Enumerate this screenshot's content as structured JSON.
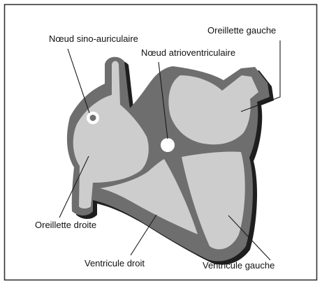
{
  "colors": {
    "background": "#ffffff",
    "border": "#333333",
    "shadow": "#1e1e1e",
    "wall": "#6e6e6e",
    "chamber": "#cdcdcd",
    "node": "#ffffff",
    "leader_line": "#1a1a1a"
  },
  "labels": {
    "sinoatrial_node": "Nœud sino-auriculaire",
    "left_atrium": "Oreillette gauche",
    "atrioventricular_node": "Nœud atrioventriculaire",
    "right_atrium": "Oreillette droite",
    "right_ventricle": "Ventricule droit",
    "left_ventricle": "Ventricule gauche"
  }
}
